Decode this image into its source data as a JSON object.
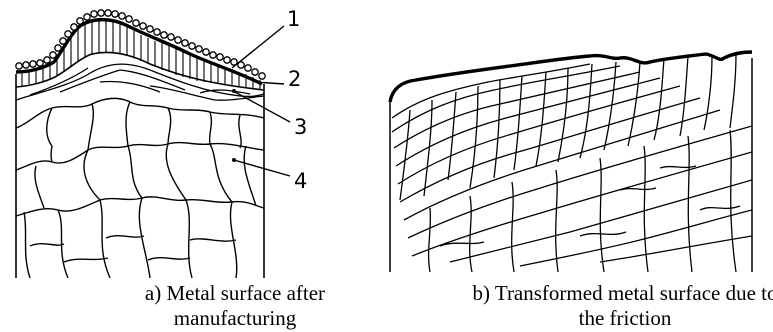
{
  "figure": {
    "layer_numbers": [
      "1",
      "2",
      "3",
      "4"
    ],
    "panel_a": {
      "caption_line1": "a) Metal surface after",
      "caption_line2": "manufacturing"
    },
    "panel_b": {
      "caption_line1": "b) Transformed metal surface due to",
      "caption_line2": "the friction"
    }
  }
}
